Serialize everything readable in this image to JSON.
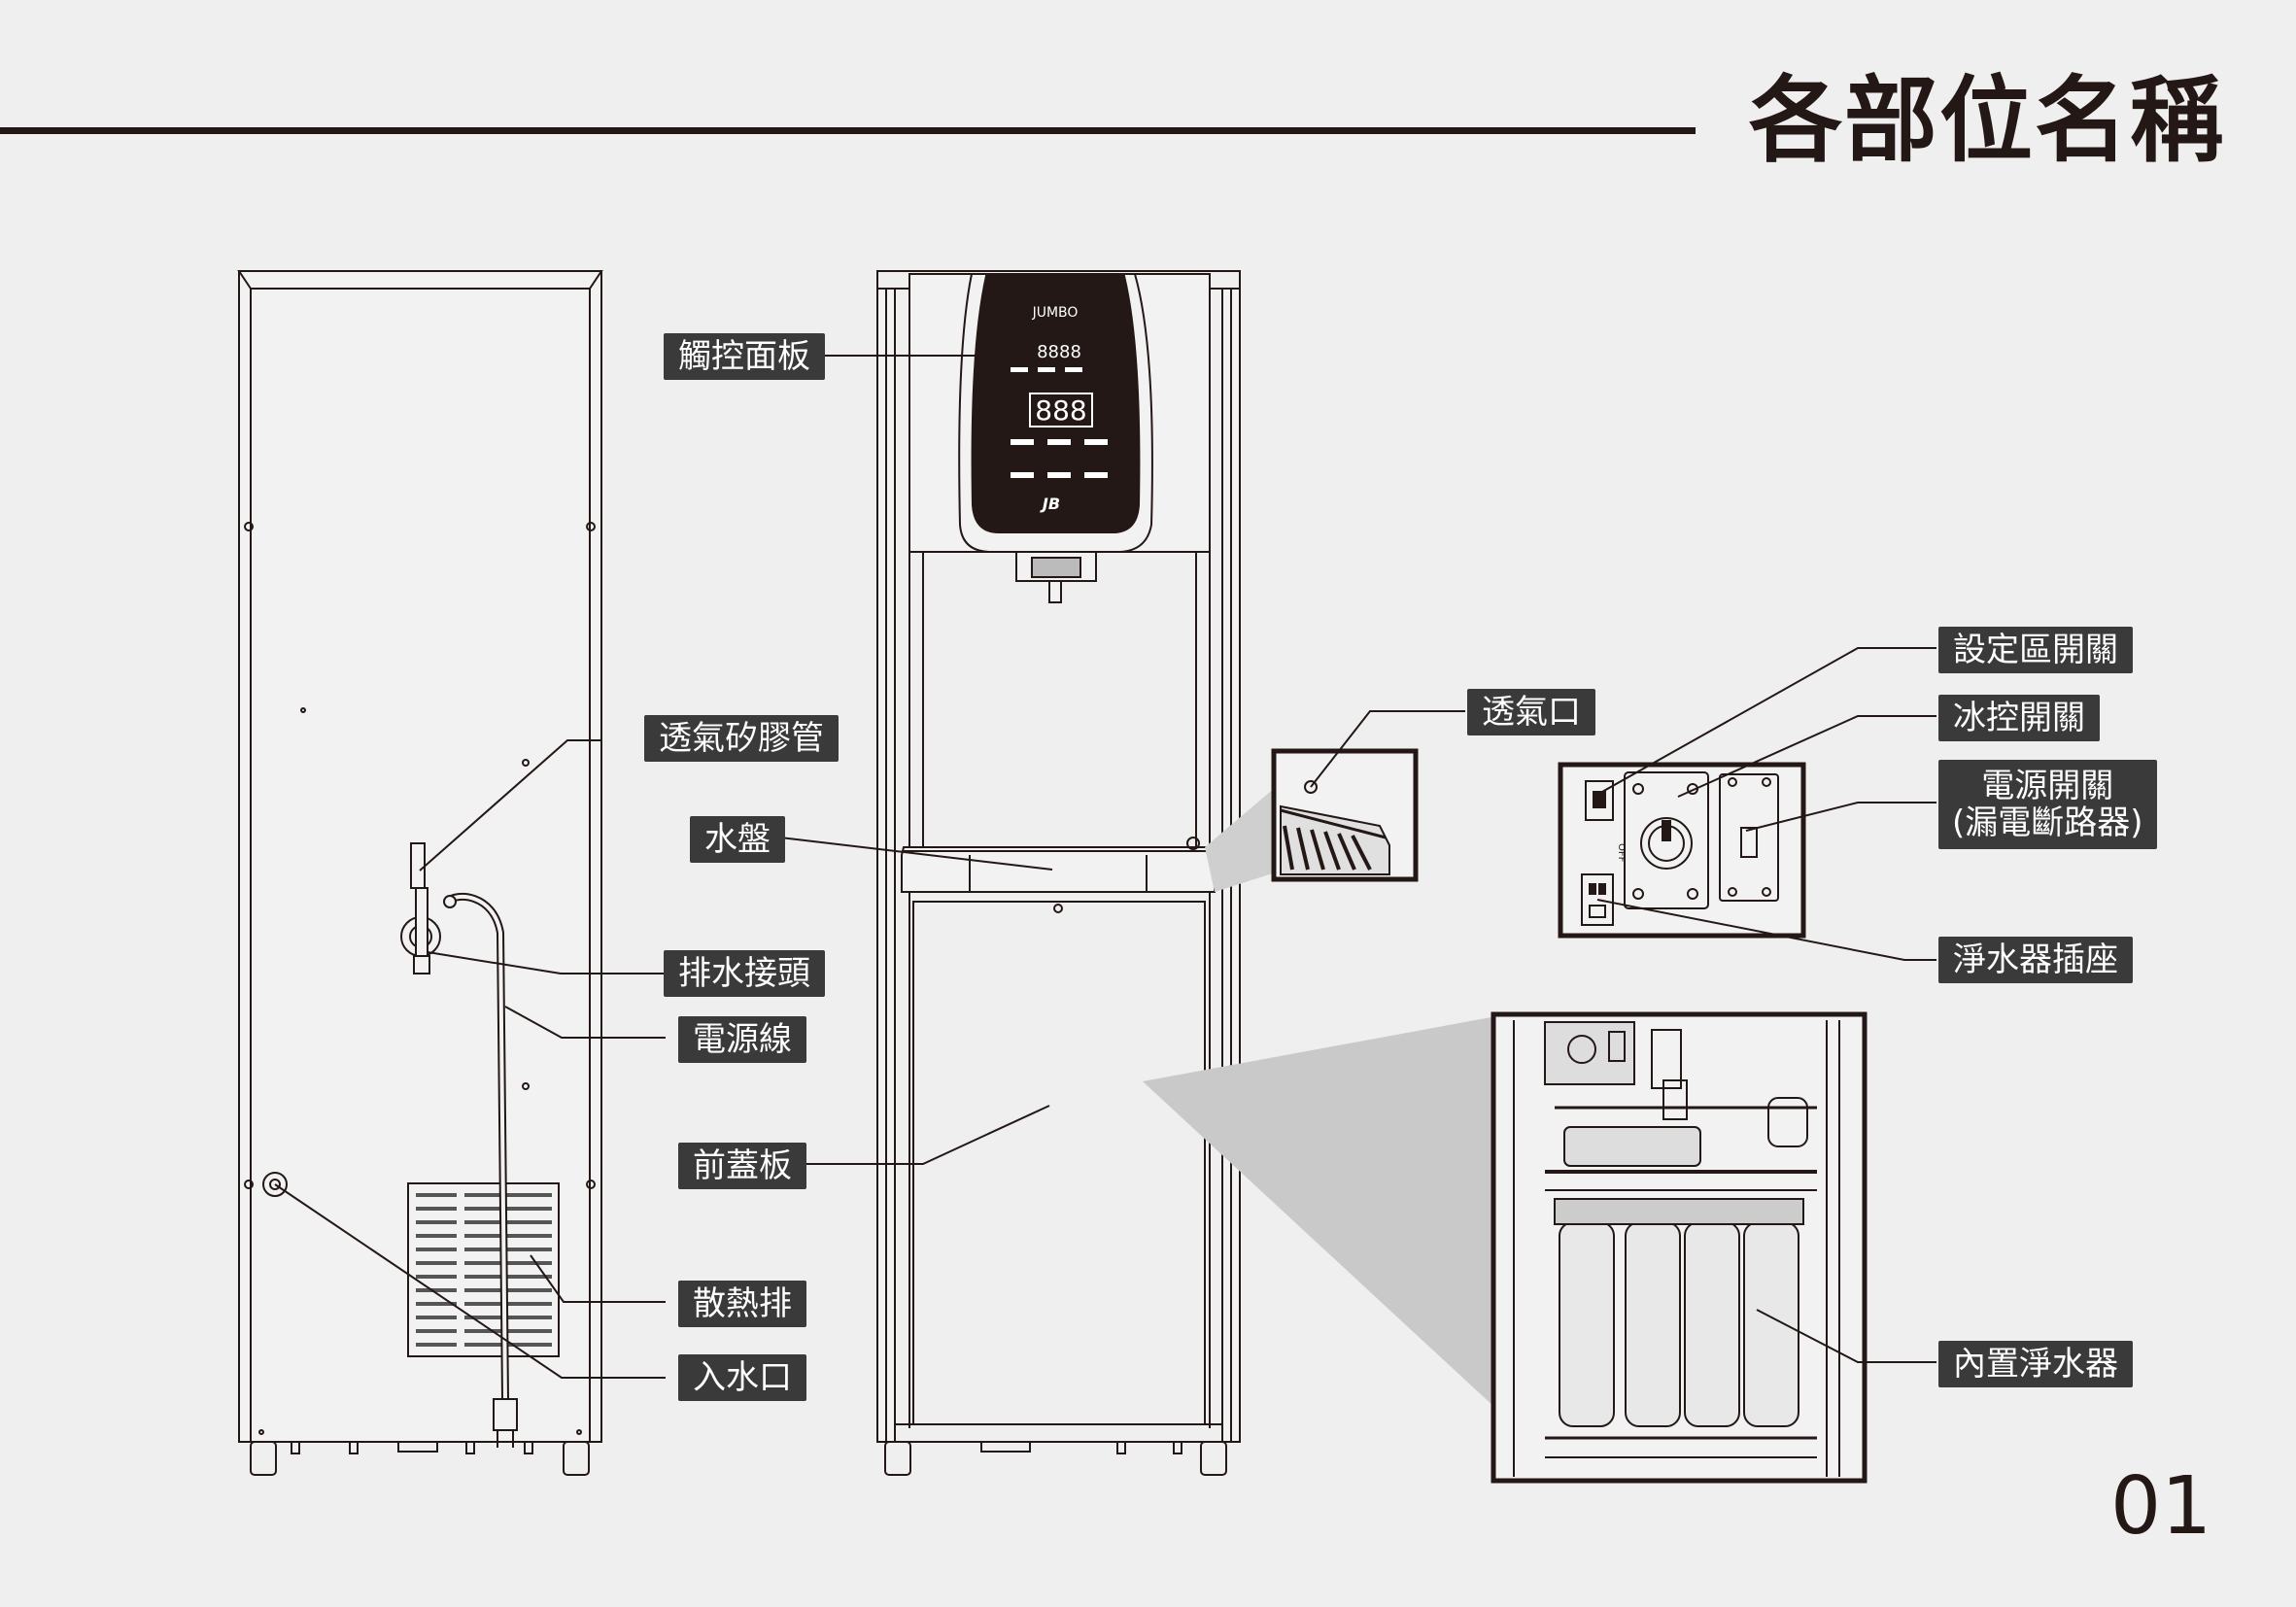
{
  "header": {
    "title": "各部位名稱"
  },
  "page_number": "01",
  "panel": {
    "brand": "JUMBO",
    "top_display": "8888",
    "main_display": "888",
    "logo_text": "JB"
  },
  "switch_text": {
    "off": "OFF"
  },
  "labels": {
    "touch_panel": "觸控面板",
    "vent_tube": "透氣矽膠管",
    "water_tray": "水盤",
    "drain_joint": "排水接頭",
    "power_cord": "電源線",
    "front_cover": "前蓋板",
    "heat_sink": "散熱排",
    "water_inlet": "入水口",
    "vent_port": "透氣口",
    "setting_switch": "設定區開關",
    "ice_switch": "冰控開關",
    "power_switch_line1": "電源開關",
    "power_switch_line2": "(漏電斷路器)",
    "purifier_socket": "淨水器插座",
    "builtin_purifier": "內置淨水器"
  }
}
